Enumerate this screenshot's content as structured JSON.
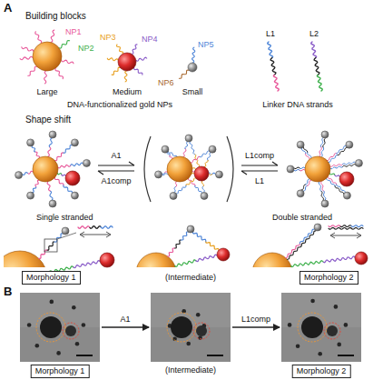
{
  "diagram": {
    "nodes": [
      {
        "text": [
          "Morphology 1"
        ]
      },
      {
        "text": [
          "Morphology 2"
        ]
      },
      {
        "text": [
          "Morphology 1"
        ]
      },
      {
        "text": [
          "(Intermediate)"
        ]
      },
      {
        "text": [
          "Morphology 2"
        ]
      }
    ],
    "edges": [
      {
        "from": 2,
        "to": 3,
        "label": "A1",
        "arrow": "to"
      },
      {
        "from": 3,
        "to": 4,
        "label": "L1comp",
        "arrow": "to"
      }
    ],
    "labels": [
      "A",
      "Building blocks",
      "NP1",
      "NP2",
      "NP3",
      "NP4",
      "NP5",
      "NP6",
      "Large",
      "Medium",
      "Small",
      "DNA-functionalized gold NPs",
      "L1",
      "L2",
      "Linker DNA strands",
      "Shape shift",
      "A1",
      "A1comp",
      "L1comp",
      "L1",
      "(Intermediate)",
      "Single stranded",
      "Double stranded",
      "B"
    ]
  }
}
